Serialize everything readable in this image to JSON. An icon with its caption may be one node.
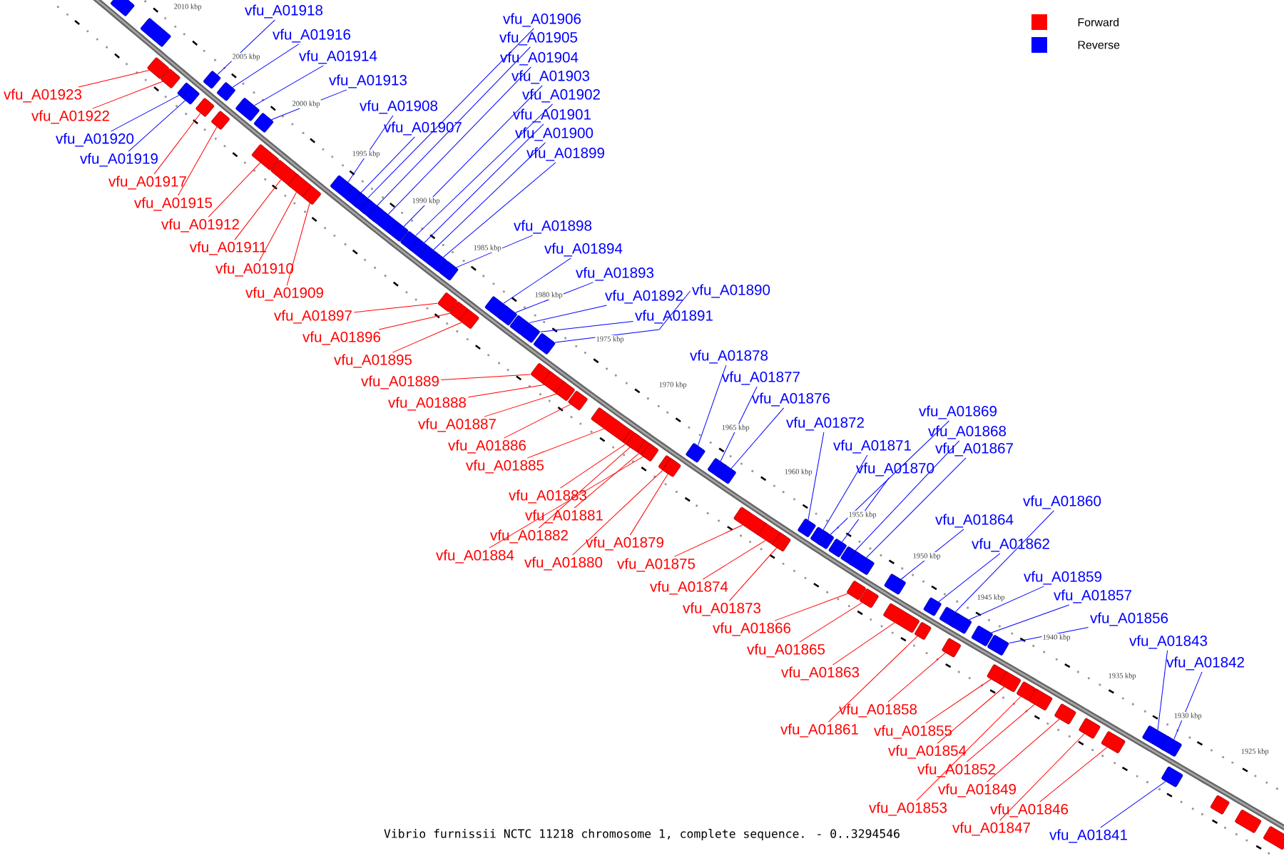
{
  "diagram": {
    "caption": "Vibrio furnissii NCTC 11218 chromosome 1, complete sequence. - 0..3294546",
    "nodes": [
      {
        "text": [
          "vfu_A01923"
        ]
      },
      {
        "text": [
          "vfu_A01922"
        ]
      },
      {
        "text": [
          "vfu_A01920"
        ]
      },
      {
        "text": [
          "vfu_A01919"
        ]
      },
      {
        "text": [
          "vfu_A01917"
        ]
      },
      {
        "text": [
          "vfu_A01915"
        ]
      },
      {
        "text": [
          "vfu_A01912"
        ]
      },
      {
        "text": [
          "vfu_A01911"
        ]
      },
      {
        "text": [
          "vfu_A01910"
        ]
      },
      {
        "text": [
          "vfu_A01909"
        ]
      },
      {
        "text": [
          "vfu_A01897"
        ]
      },
      {
        "text": [
          "vfu_A01896"
        ]
      },
      {
        "text": [
          "vfu_A01895"
        ]
      },
      {
        "text": [
          "vfu_A01889"
        ]
      },
      {
        "text": [
          "vfu_A01888"
        ]
      },
      {
        "text": [
          "vfu_A01887"
        ]
      },
      {
        "text": [
          "vfu_A01886"
        ]
      },
      {
        "text": [
          "vfu_A01885"
        ]
      },
      {
        "text": [
          "vfu_A01883"
        ]
      },
      {
        "text": [
          "vfu_A01881"
        ]
      },
      {
        "text": [
          "vfu_A01882"
        ]
      },
      {
        "text": [
          "vfu_A01884"
        ]
      },
      {
        "text": [
          "vfu_A01880"
        ]
      },
      {
        "text": [
          "vfu_A01879"
        ]
      },
      {
        "text": [
          "vfu_A01875"
        ]
      },
      {
        "text": [
          "vfu_A01874"
        ]
      },
      {
        "text": [
          "vfu_A01873"
        ]
      },
      {
        "text": [
          "vfu_A01866"
        ]
      },
      {
        "text": [
          "vfu_A01865"
        ]
      },
      {
        "text": [
          "vfu_A01863"
        ]
      },
      {
        "text": [
          "vfu_A01858"
        ]
      },
      {
        "text": [
          "vfu_A01861"
        ]
      },
      {
        "text": [
          "vfu_A01855"
        ]
      },
      {
        "text": [
          "vfu_A01854"
        ]
      },
      {
        "text": [
          "vfu_A01852"
        ]
      },
      {
        "text": [
          "vfu_A01849"
        ]
      },
      {
        "text": [
          "vfu_A01853"
        ]
      },
      {
        "text": [
          "vfu_A01846"
        ]
      },
      {
        "text": [
          "vfu_A01847"
        ]
      },
      {
        "text": [
          "vfu_A01918"
        ]
      },
      {
        "text": [
          "vfu_A01916"
        ]
      },
      {
        "text": [
          "vfu_A01914"
        ]
      },
      {
        "text": [
          "vfu_A01913"
        ]
      },
      {
        "text": [
          "vfu_A01908"
        ]
      },
      {
        "text": [
          "vfu_A01907"
        ]
      },
      {
        "text": [
          "vfu_A01906"
        ]
      },
      {
        "text": [
          "vfu_A01905"
        ]
      },
      {
        "text": [
          "vfu_A01904"
        ]
      },
      {
        "text": [
          "vfu_A01903"
        ]
      },
      {
        "text": [
          "vfu_A01902"
        ]
      },
      {
        "text": [
          "vfu_A01901"
        ]
      },
      {
        "text": [
          "vfu_A01900"
        ]
      },
      {
        "text": [
          "vfu_A01899"
        ]
      },
      {
        "text": [
          "vfu_A01898"
        ]
      },
      {
        "text": [
          "vfu_A01894"
        ]
      },
      {
        "text": [
          "vfu_A01893"
        ]
      },
      {
        "text": [
          "vfu_A01892"
        ]
      },
      {
        "text": [
          "vfu_A01890"
        ]
      },
      {
        "text": [
          "vfu_A01891"
        ]
      },
      {
        "text": [
          "vfu_A01878"
        ]
      },
      {
        "text": [
          "vfu_A01877"
        ]
      },
      {
        "text": [
          "vfu_A01876"
        ]
      },
      {
        "text": [
          "vfu_A01869"
        ]
      },
      {
        "text": [
          "vfu_A01872"
        ]
      },
      {
        "text": [
          "vfu_A01868"
        ]
      },
      {
        "text": [
          "vfu_A01871"
        ]
      },
      {
        "text": [
          "vfu_A01867"
        ]
      },
      {
        "text": [
          "vfu_A01870"
        ]
      },
      {
        "text": [
          "vfu_A01860"
        ]
      },
      {
        "text": [
          "vfu_A01864"
        ]
      },
      {
        "text": [
          "vfu_A01862"
        ]
      },
      {
        "text": [
          "vfu_A01859"
        ]
      },
      {
        "text": [
          "vfu_A01857"
        ]
      },
      {
        "text": [
          "vfu_A01856"
        ]
      },
      {
        "text": [
          "vfu_A01843"
        ]
      },
      {
        "text": [
          "vfu_A01842"
        ]
      },
      {
        "text": [
          "vfu_A01841"
        ]
      },
      {
        "text": [],
        "shape": "box"
      },
      {
        "text": [],
        "shape": "box"
      },
      {
        "text": [],
        "shape": "box"
      },
      {
        "text": [],
        "shape": "box"
      },
      {
        "text": [],
        "shape": "box"
      },
      {
        "text": [],
        "shape": "box"
      },
      {
        "text": [],
        "shape": "box"
      },
      {
        "text": [],
        "shape": "box"
      },
      {
        "text": [],
        "shape": "box"
      },
      {
        "text": [],
        "shape": "box"
      },
      {
        "text": [],
        "shape": "box"
      },
      {
        "text": [],
        "shape": "box"
      },
      {
        "text": [],
        "shape": "box"
      },
      {
        "text": [],
        "shape": "box"
      },
      {
        "text": [],
        "shape": "box"
      },
      {
        "text": [],
        "shape": "box"
      },
      {
        "text": [],
        "shape": "box"
      },
      {
        "text": [],
        "shape": "box"
      },
      {
        "text": [],
        "shape": "box"
      },
      {
        "text": [],
        "shape": "box"
      },
      {
        "text": [],
        "shape": "box"
      },
      {
        "text": [],
        "shape": "box"
      },
      {
        "text": [],
        "shape": "box"
      },
      {
        "text": [],
        "shape": "box"
      },
      {
        "text": [],
        "shape": "box"
      },
      {
        "text": [],
        "shape": "box"
      },
      {
        "text": [],
        "shape": "box"
      },
      {
        "text": [],
        "shape": "box"
      },
      {
        "text": [],
        "shape": "box"
      },
      {
        "text": [],
        "shape": "box"
      },
      {
        "text": [],
        "shape": "box"
      },
      {
        "text": [],
        "shape": "box"
      },
      {
        "text": [],
        "shape": "box"
      },
      {
        "text": [],
        "shape": "box"
      },
      {
        "text": [],
        "shape": "box"
      },
      {
        "text": [],
        "shape": "box"
      },
      {
        "text": [],
        "shape": "box"
      },
      {
        "text": [],
        "shape": "box"
      },
      {
        "text": [],
        "shape": "box"
      },
      {
        "text": [],
        "shape": "box"
      },
      {
        "text": [],
        "shape": "box"
      },
      {
        "text": [],
        "shape": "box"
      },
      {
        "text": [],
        "shape": "box"
      },
      {
        "text": [],
        "shape": "box"
      },
      {
        "text": [],
        "shape": "box"
      },
      {
        "text": [],
        "shape": "box"
      },
      {
        "text": [],
        "shape": "box"
      },
      {
        "text": [],
        "shape": "box"
      },
      {
        "text": [],
        "shape": "box"
      },
      {
        "text": [],
        "shape": "box"
      },
      {
        "text": [],
        "shape": "box"
      },
      {
        "text": [],
        "shape": "box"
      },
      {
        "text": [],
        "shape": "box"
      },
      {
        "text": [],
        "shape": "box"
      },
      {
        "text": [],
        "shape": "box"
      },
      {
        "text": [],
        "shape": "box"
      },
      {
        "text": [],
        "shape": "box"
      },
      {
        "text": [],
        "shape": "box"
      },
      {
        "text": [],
        "shape": "box"
      },
      {
        "text": [],
        "shape": "box"
      },
      {
        "text": [],
        "shape": "box"
      },
      {
        "text": [],
        "shape": "box"
      },
      {
        "text": [],
        "shape": "box"
      },
      {
        "text": [],
        "shape": "box"
      },
      {
        "text": [],
        "shape": "box"
      },
      {
        "text": [],
        "shape": "box"
      },
      {
        "text": [],
        "shape": "box"
      },
      {
        "text": [],
        "shape": "box"
      },
      {
        "text": [],
        "shape": "box"
      },
      {
        "text": [],
        "shape": "box"
      },
      {
        "text": [],
        "shape": "box"
      },
      {
        "text": [],
        "shape": "box"
      },
      {
        "text": [],
        "shape": "box"
      },
      {
        "text": [],
        "shape": "box"
      },
      {
        "text": [],
        "shape": "box"
      },
      {
        "text": [],
        "shape": "box"
      },
      {
        "text": [],
        "shape": "box"
      },
      {
        "text": [],
        "shape": "box"
      },
      {
        "text": [],
        "shape": "box"
      },
      {
        "text": [],
        "shape": "box"
      },
      {
        "text": [],
        "shape": "box"
      },
      {
        "text": [],
        "shape": "box"
      }
    ],
    "edges": [
      {
        "from": 0,
        "to": 77,
        "arrow": "none",
        "color": "#ff0000"
      },
      {
        "from": 1,
        "to": 78,
        "arrow": "none",
        "color": "#ff0000"
      },
      {
        "from": 2,
        "to": 79,
        "arrow": "none"
      },
      {
        "from": 3,
        "to": 80,
        "arrow": "none"
      },
      {
        "from": 4,
        "to": 81,
        "arrow": "none",
        "color": "#ff0000"
      },
      {
        "from": 5,
        "to": 82,
        "arrow": "none",
        "color": "#ff0000"
      },
      {
        "from": 6,
        "to": 83,
        "arrow": "none",
        "color": "#ff0000"
      },
      {
        "from": 7,
        "to": 84,
        "arrow": "none",
        "color": "#ff0000"
      },
      {
        "from": 8,
        "to": 85,
        "arrow": "none",
        "color": "#ff0000"
      },
      {
        "from": 9,
        "to": 86,
        "arrow": "none",
        "color": "#ff0000"
      },
      {
        "from": 10,
        "to": 87,
        "arrow": "none",
        "color": "#ff0000"
      },
      {
        "from": 11,
        "to": 88,
        "arrow": "none",
        "color": "#ff0000"
      },
      {
        "from": 12,
        "to": 89,
        "arrow": "none",
        "color": "#ff0000"
      },
      {
        "from": 13,
        "to": 90,
        "arrow": "none",
        "color": "#ff0000"
      },
      {
        "from": 14,
        "to": 91,
        "arrow": "none",
        "color": "#ff0000"
      },
      {
        "from": 15,
        "to": 92,
        "arrow": "none",
        "color": "#ff0000"
      },
      {
        "from": 16,
        "to": 93,
        "arrow": "none",
        "color": "#ff0000"
      },
      {
        "from": 17,
        "to": 94,
        "arrow": "none",
        "color": "#ff0000"
      },
      {
        "from": 18,
        "to": 95,
        "arrow": "none",
        "color": "#ff0000"
      },
      {
        "from": 19,
        "to": 96,
        "arrow": "none",
        "color": "#ff0000"
      },
      {
        "from": 20,
        "to": 97,
        "arrow": "none",
        "color": "#ff0000"
      },
      {
        "from": 21,
        "to": 98,
        "arrow": "none",
        "color": "#ff0000"
      },
      {
        "from": 22,
        "to": 99,
        "arrow": "none",
        "color": "#ff0000"
      },
      {
        "from": 23,
        "to": 100,
        "arrow": "none",
        "color": "#ff0000"
      },
      {
        "from": 24,
        "to": 101,
        "arrow": "none",
        "color": "#ff0000"
      },
      {
        "from": 25,
        "to": 102,
        "arrow": "none",
        "color": "#ff0000"
      },
      {
        "from": 26,
        "to": 103,
        "arrow": "none",
        "color": "#ff0000"
      },
      {
        "from": 27,
        "to": 104,
        "arrow": "none",
        "color": "#ff0000"
      },
      {
        "from": 28,
        "to": 105,
        "arrow": "none",
        "color": "#ff0000"
      },
      {
        "from": 29,
        "to": 106,
        "arrow": "none",
        "color": "#ff0000"
      },
      {
        "from": 30,
        "to": 107,
        "arrow": "none",
        "color": "#ff0000"
      },
      {
        "from": 31,
        "to": 108,
        "arrow": "none",
        "color": "#ff0000"
      },
      {
        "from": 32,
        "to": 109,
        "arrow": "none",
        "color": "#ff0000"
      },
      {
        "from": 33,
        "to": 110,
        "arrow": "none",
        "color": "#ff0000"
      },
      {
        "from": 34,
        "to": 111,
        "arrow": "none",
        "color": "#ff0000"
      },
      {
        "from": 35,
        "to": 112,
        "arrow": "none",
        "color": "#ff0000"
      },
      {
        "from": 36,
        "to": 113,
        "arrow": "none",
        "color": "#ff0000"
      },
      {
        "from": 37,
        "to": 114,
        "arrow": "none",
        "color": "#ff0000"
      },
      {
        "from": 38,
        "to": 115,
        "arrow": "none",
        "color": "#ff0000"
      },
      {
        "from": 39,
        "to": 116,
        "arrow": "none"
      },
      {
        "from": 40,
        "to": 117,
        "arrow": "none"
      },
      {
        "from": 41,
        "to": 118,
        "arrow": "none"
      },
      {
        "from": 42,
        "to": 119,
        "arrow": "none"
      },
      {
        "from": 43,
        "to": 120,
        "arrow": "none"
      },
      {
        "from": 44,
        "to": 121,
        "arrow": "none"
      },
      {
        "from": 45,
        "to": 122,
        "arrow": "none"
      },
      {
        "from": 46,
        "to": 123,
        "arrow": "none"
      },
      {
        "from": 47,
        "to": 124,
        "arrow": "none"
      },
      {
        "from": 48,
        "to": 125,
        "arrow": "none"
      },
      {
        "from": 49,
        "to": 126,
        "arrow": "none"
      },
      {
        "from": 50,
        "to": 127,
        "arrow": "none"
      },
      {
        "from": 51,
        "to": 128,
        "arrow": "none"
      },
      {
        "from": 52,
        "to": 129,
        "arrow": "none"
      },
      {
        "from": 53,
        "to": 130,
        "arrow": "none"
      },
      {
        "from": 54,
        "to": 131,
        "arrow": "none"
      },
      {
        "from": 55,
        "to": 132,
        "arrow": "none"
      },
      {
        "from": 56,
        "to": 133,
        "arrow": "none"
      },
      {
        "from": 57,
        "to": 134,
        "arrow": "none"
      },
      {
        "from": 58,
        "to": 135,
        "arrow": "none"
      },
      {
        "from": 59,
        "to": 136,
        "arrow": "none"
      },
      {
        "from": 60,
        "to": 137,
        "arrow": "none"
      },
      {
        "from": 61,
        "to": 138,
        "arrow": "none"
      },
      {
        "from": 62,
        "to": 139,
        "arrow": "none"
      },
      {
        "from": 63,
        "to": 140,
        "arrow": "none"
      },
      {
        "from": 64,
        "to": 141,
        "arrow": "none"
      },
      {
        "from": 65,
        "to": 142,
        "arrow": "none"
      },
      {
        "from": 66,
        "to": 143,
        "arrow": "none"
      },
      {
        "from": 67,
        "to": 144,
        "arrow": "none"
      },
      {
        "from": 68,
        "to": 145,
        "arrow": "none"
      },
      {
        "from": 69,
        "to": 146,
        "arrow": "none"
      },
      {
        "from": 70,
        "to": 147,
        "arrow": "none"
      },
      {
        "from": 71,
        "to": 148,
        "arrow": "none"
      },
      {
        "from": 72,
        "to": 149,
        "arrow": "none"
      },
      {
        "from": 73,
        "to": 150,
        "arrow": "none"
      },
      {
        "from": 74,
        "to": 151,
        "arrow": "none"
      },
      {
        "from": 75,
        "to": 152,
        "arrow": "none"
      },
      {
        "from": 76,
        "to": 153,
        "arrow": "none"
      }
    ],
    "labels": [
      "2010 kbp",
      "2005 kbp",
      "2000 kbp",
      "1995 kbp",
      "1990 kbp",
      "1985 kbp",
      "1980 kbp",
      "1975 kbp",
      "1970 kbp",
      "1965 kbp",
      "1960 kbp",
      "1955 kbp",
      "1950 kbp",
      "1945 kbp",
      "1940 kbp",
      "1935 kbp",
      "1930 kbp",
      "1925 kbp"
    ],
    "legend": [
      {
        "text": "Forward",
        "color": "#ff0000"
      },
      {
        "text": "Reverse",
        "color": "#0000ff"
      }
    ]
  }
}
